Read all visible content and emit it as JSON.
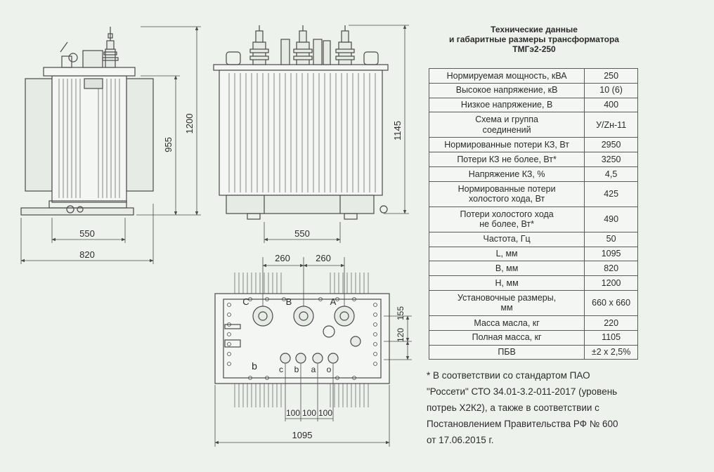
{
  "title": {
    "line1": "Технические данные",
    "line2": "и габаритные размеры трансформатора",
    "line3": "ТМГэ2-250"
  },
  "specs": [
    {
      "param": "Нормируемая мощность, кВА",
      "value": "250"
    },
    {
      "param": "Высокое напряжение, кВ",
      "value": "10 (6)"
    },
    {
      "param": "Низкое напряжение, В",
      "value": "400"
    },
    {
      "param_lines": [
        "Схема и группа",
        "соединений"
      ],
      "value": "У/Zн-11"
    },
    {
      "param": "Нормированные потери КЗ, Вт",
      "value": "2950"
    },
    {
      "param": "Потери КЗ не более, Вт*",
      "value": "3250"
    },
    {
      "param": "Напряжение КЗ, %",
      "value": "4,5"
    },
    {
      "param_lines": [
        "Нормированные потери",
        "холостого хода, Вт"
      ],
      "value": "425"
    },
    {
      "param_lines": [
        "Потери холостого хода",
        "не более, Вт*"
      ],
      "value": "490"
    },
    {
      "param": "Частота, Гц",
      "value": "50"
    },
    {
      "param": "L, мм",
      "value": "1095"
    },
    {
      "param": "B, мм",
      "value": "820"
    },
    {
      "param": "H, мм",
      "value": "1200"
    },
    {
      "param_lines": [
        "Установочные размеры,",
        "мм"
      ],
      "value": "660 x 660"
    },
    {
      "param": "Масса масла, кг",
      "value": "220"
    },
    {
      "param": "Полная масса, кг",
      "value": "1105"
    },
    {
      "param": "ПБВ",
      "value": "±2 x 2,5%"
    }
  ],
  "footnote": [
    " * В соответствии со стандартом ПАО",
    "\"Россети\" СТО  34.01-3.2-011-2017 (уровень",
    "потреь Х2К2), а также в соответствии с",
    "Постановлением Правительства РФ № 600",
    "от 17.06.2015 г."
  ],
  "drawing": {
    "side_view": {
      "dim_wheel": "550",
      "dim_width": "820",
      "dim_height_1200": "1200",
      "dim_height_955": "955"
    },
    "front_view": {
      "dim_wheel": "550",
      "dim_height": "1145"
    },
    "top_view": {
      "dim_hv_left": "260",
      "dim_hv_right": "260",
      "dim_155": "155",
      "dim_120": "120",
      "dim_lv": [
        "100",
        "100",
        "100"
      ],
      "dim_length": "1095",
      "hv_labels": [
        "C",
        "B",
        "A"
      ],
      "lv_labels": [
        "c",
        "b",
        "a",
        "o"
      ],
      "ground_label": "b"
    }
  },
  "colors": {
    "background": "#eef2ed",
    "line": "#4a4a4a",
    "text": "#2b2b2b",
    "tank": "#f4f6f3"
  }
}
